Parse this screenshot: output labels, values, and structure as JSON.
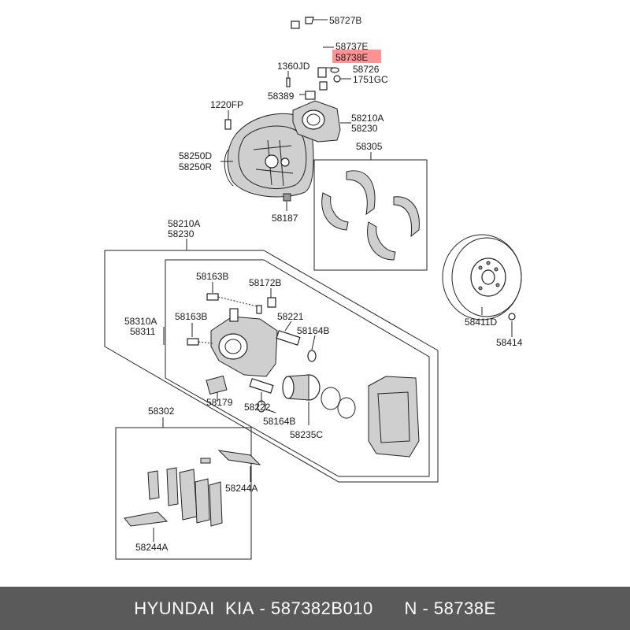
{
  "labels": {
    "l58727B": "58727B",
    "l58737E": "58737E",
    "l58738E": "58738E",
    "l58726": "58726",
    "l1751GC": "1751GC",
    "l1360JD": "1360JD",
    "l58389": "58389",
    "l1220FP": "1220FP",
    "l58210A_top": "58210A",
    "l58230_top": "58230",
    "l58250D": "58250D",
    "l58250R": "58250R",
    "l58305": "58305",
    "l58187": "58187",
    "l58210A_mid": "58210A",
    "l58230_mid": "58230",
    "l58163B_a": "58163B",
    "l58172B": "58172B",
    "l58310A": "58310A",
    "l58311": "58311",
    "l58163B_b": "58163B",
    "l58221": "58221",
    "l58164B_a": "58164B",
    "l58179": "58179",
    "l58222": "58222",
    "l58164B_b": "58164B",
    "l58235C": "58235C",
    "l58411D": "58411D",
    "l58414": "58414",
    "l58302": "58302",
    "l58244A_a": "58244A",
    "l58244A_b": "58244A"
  },
  "highlight_color": "#ff7f7f",
  "footer": {
    "brand": "HYUNDAI  KIA",
    "separator": " - ",
    "part_number": "587382B010",
    "ref": "N - 58738E"
  }
}
